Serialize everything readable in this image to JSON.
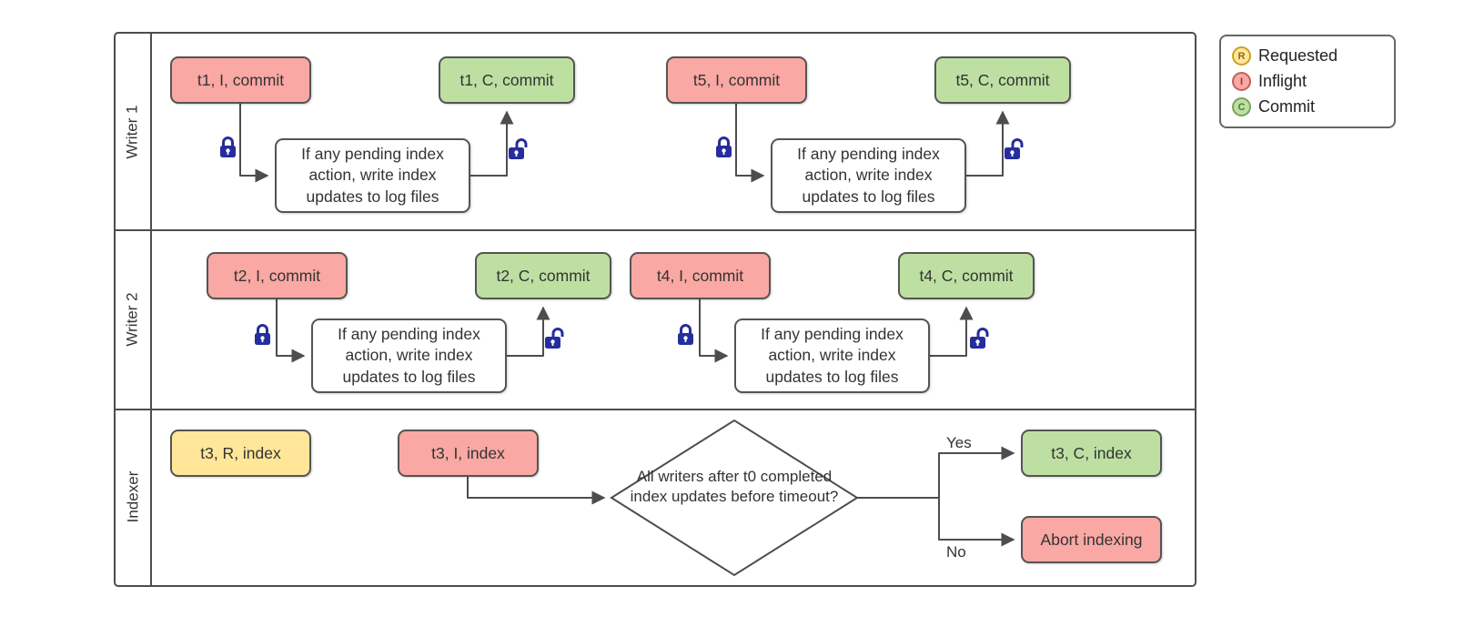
{
  "colors": {
    "requested": "#FFE699",
    "inflight": "#F9A8A3",
    "commit": "#BDE0A2",
    "lock": "#252E9C",
    "stroke": "#4D4D4D",
    "text": "#333333"
  },
  "diagram": {
    "lanes": [
      {
        "label": "Writer 1",
        "nodes": {
          "t1_inflight": "t1, I, commit",
          "process_a": "If any pending index action, write index updates to log files",
          "t1_commit": "t1, C, commit",
          "t5_inflight": "t5, I, commit",
          "process_b": "If any pending index action, write index updates to log files",
          "t5_commit": "t5, C, commit"
        }
      },
      {
        "label": "Writer 2",
        "nodes": {
          "t2_inflight": "t2, I, commit",
          "process_a": "If any pending index action, write index updates to log files",
          "t2_commit": "t2, C, commit",
          "t4_inflight": "t4, I, commit",
          "process_b": "If any pending index action, write index updates to log files",
          "t4_commit": "t4, C, commit"
        }
      },
      {
        "label": "Indexer",
        "nodes": {
          "t3_requested": "t3, R, index",
          "t3_inflight": "t3, I, index",
          "decision": "All writers after t0 completed index updates before timeout?",
          "yes_label": "Yes",
          "no_label": "No",
          "t3_commit": "t3, C, index",
          "abort": "Abort indexing"
        }
      }
    ]
  },
  "legend": {
    "items": [
      {
        "symbol": "R",
        "label": "Requested"
      },
      {
        "symbol": "I",
        "label": "Inflight"
      },
      {
        "symbol": "C",
        "label": "Commit"
      }
    ]
  }
}
